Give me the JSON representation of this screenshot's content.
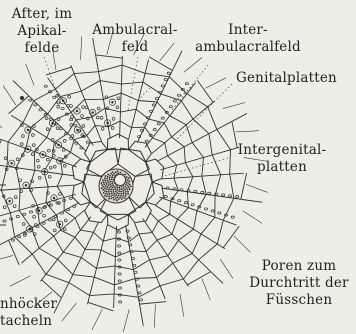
{
  "labels": {
    "after_line1": "After, im",
    "after_line2": "Apikal-",
    "after_line3": "felde",
    "ambulacral_line1": "Ambulacral-",
    "ambulacral_line2": "feld",
    "inter_line1": "Inter-",
    "inter_line2": "ambulacralfeld",
    "genital": "Genitalplatten",
    "intergenital_line1": "Intergenital-",
    "intergenital_line2": "platten",
    "poren_line1": "Poren zum",
    "poren_line2": "Durchtritt der",
    "poren_line3": "Füsschen",
    "hoecker_line1": "nhöcker",
    "hoecker_line2": "tacheln"
  },
  "colors": {
    "background": "#eeede6",
    "ink": "#2a2a2a"
  }
}
